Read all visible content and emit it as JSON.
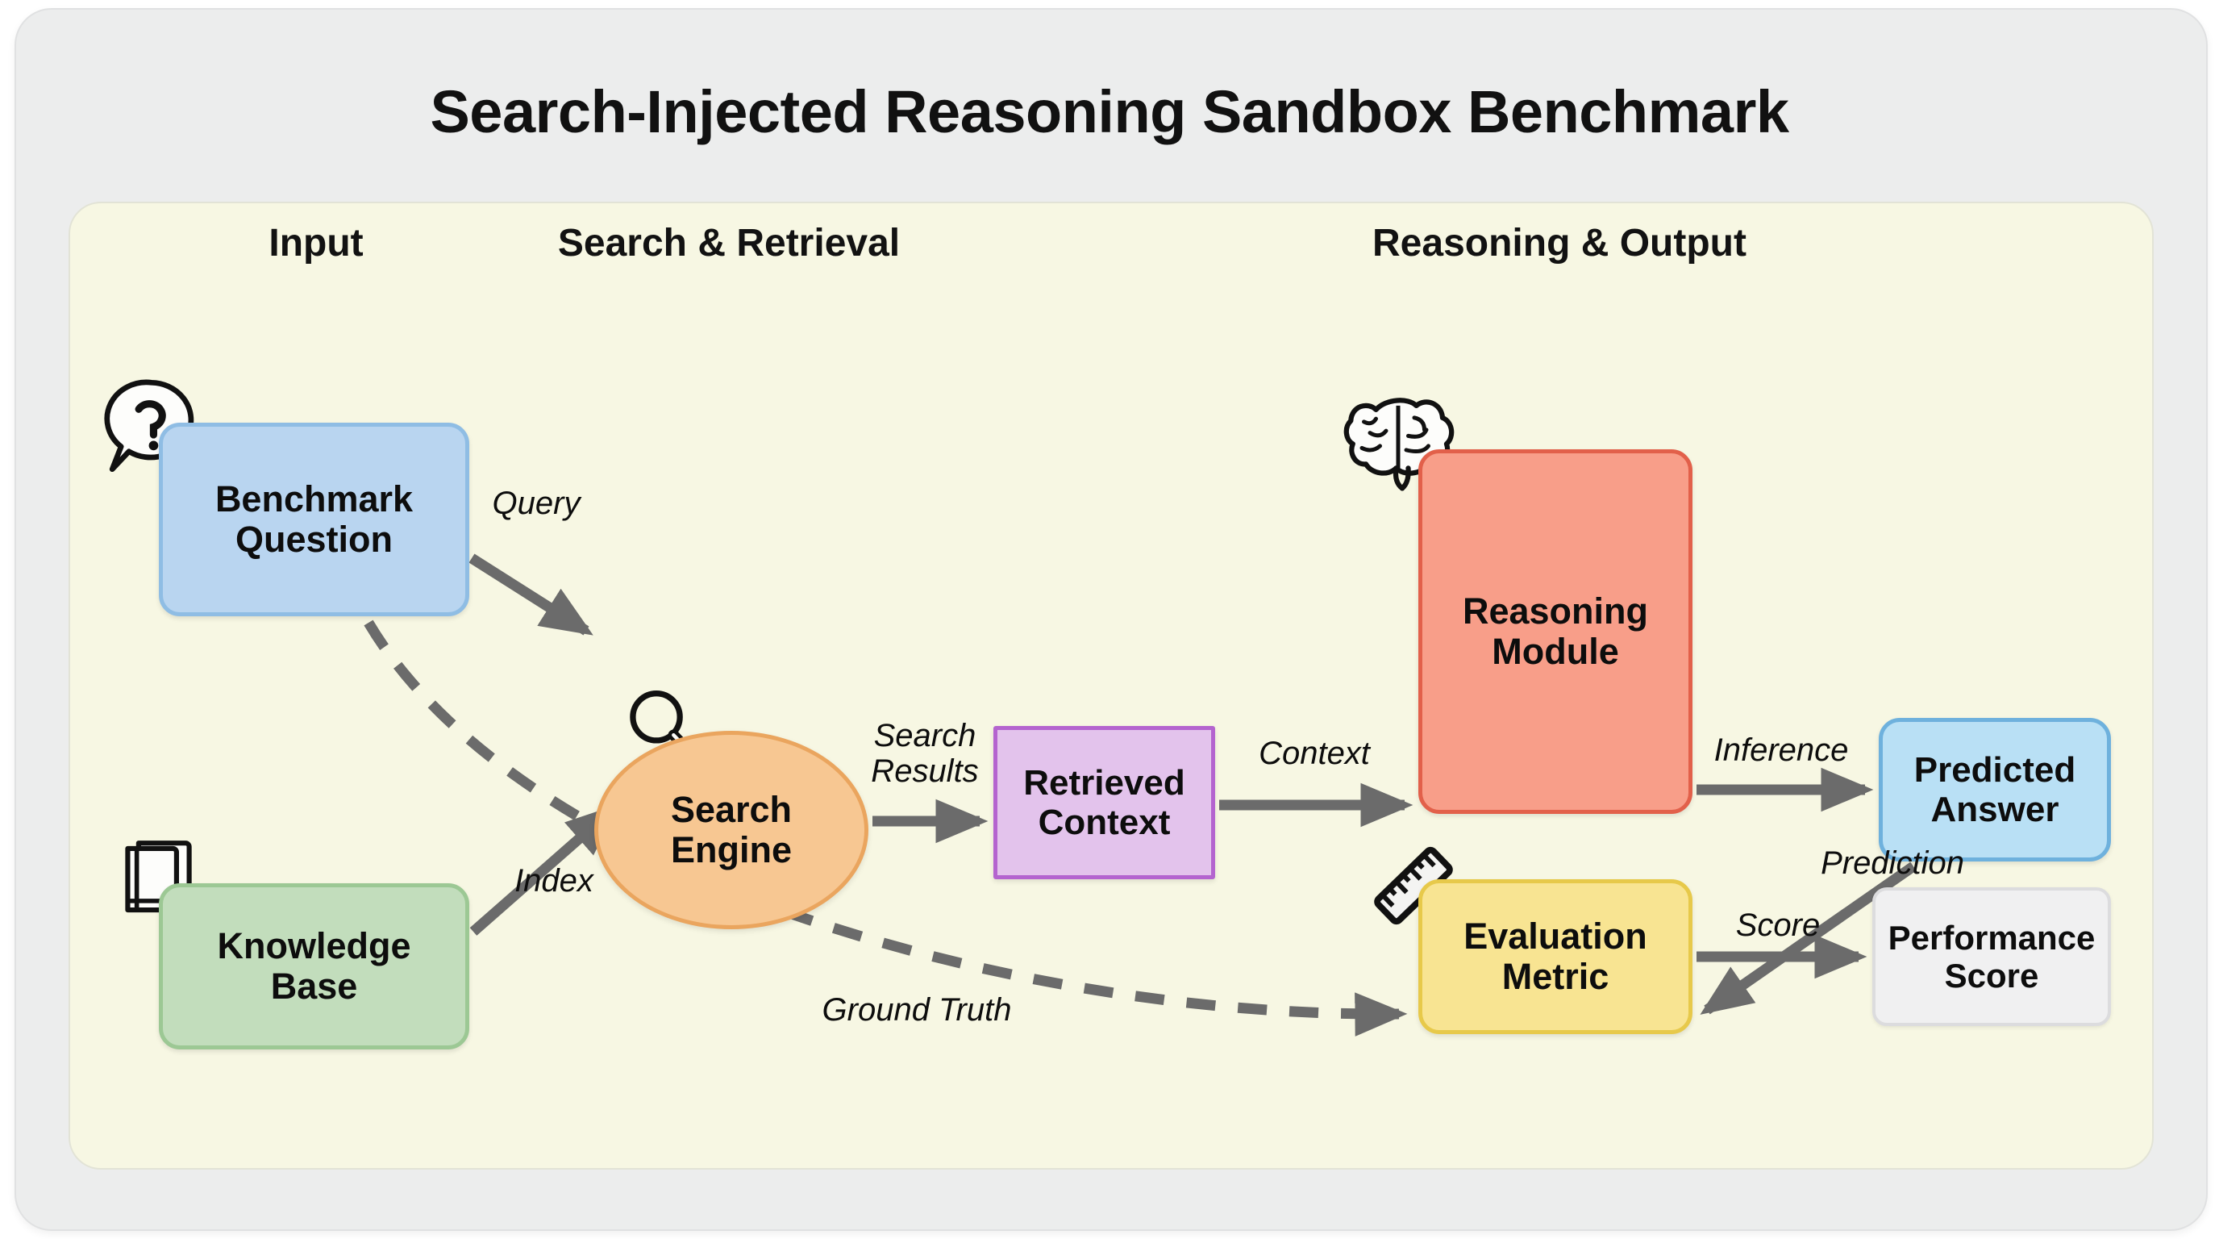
{
  "title": "Search-Injected Reasoning Sandbox Benchmark",
  "columns": [
    {
      "id": "input",
      "label": "Input"
    },
    {
      "id": "search-retrieval",
      "label": "Search & Retrieval"
    },
    {
      "id": "reasoning-output",
      "label": "Reasoning & Output"
    }
  ],
  "nodes": [
    {
      "id": "benchmark-question",
      "label": "Benchmark\nQuestion",
      "shape": "rounded-rect",
      "fill": "#b9d5f0",
      "stroke": "#8fbde4",
      "icon": "question-bubble-icon"
    },
    {
      "id": "knowledge-base",
      "label": "Knowledge\nBase",
      "shape": "rounded-rect",
      "fill": "#c2ddbc",
      "stroke": "#9cc894",
      "icon": "book-icon"
    },
    {
      "id": "search-engine",
      "label": "Search\nEngine",
      "shape": "ellipse",
      "fill": "#f7c792",
      "stroke": "#eaa55e",
      "icon": "magnifier-icon"
    },
    {
      "id": "retrieved-context",
      "label": "Retrieved\nContext",
      "shape": "rect",
      "fill": "#e3c3ec",
      "stroke": "#b464cf",
      "icon": null
    },
    {
      "id": "reasoning-module",
      "label": "Reasoning\nModule",
      "shape": "rounded-rect",
      "fill": "#f89e89",
      "stroke": "#e2604a",
      "icon": "brain-icon"
    },
    {
      "id": "predicted-answer",
      "label": "Predicted\nAnswer",
      "shape": "rounded-rect",
      "fill": "#b9e0f5",
      "stroke": "#6eb1dd",
      "icon": null
    },
    {
      "id": "evaluation-metric",
      "label": "Evaluation\nMetric",
      "shape": "rounded-rect",
      "fill": "#f8e492",
      "stroke": "#e7c94a",
      "icon": "ruler-icon"
    },
    {
      "id": "performance-score",
      "label": "Performance\nScore",
      "shape": "rounded-rect",
      "fill": "#f0f0f1",
      "stroke": "#dcdcde",
      "icon": null
    }
  ],
  "edges": [
    {
      "id": "query",
      "label": "Query",
      "from": "benchmark-question",
      "to": "search-engine",
      "style": "solid"
    },
    {
      "id": "index",
      "label": "Index",
      "from": "knowledge-base",
      "to": "search-engine",
      "style": "solid"
    },
    {
      "id": "search-results",
      "label": "Search\nResults",
      "from": "search-engine",
      "to": "retrieved-context",
      "style": "solid"
    },
    {
      "id": "context",
      "label": "Context",
      "from": "retrieved-context",
      "to": "reasoning-module",
      "style": "solid"
    },
    {
      "id": "inference",
      "label": "Inference",
      "from": "reasoning-module",
      "to": "predicted-answer",
      "style": "solid"
    },
    {
      "id": "prediction",
      "label": "Prediction",
      "from": "predicted-answer",
      "to": "evaluation-metric",
      "style": "solid"
    },
    {
      "id": "score",
      "label": "Score",
      "from": "evaluation-metric",
      "to": "performance-score",
      "style": "solid"
    },
    {
      "id": "ground-truth",
      "label": "Ground Truth",
      "from": "benchmark-question",
      "to": "evaluation-metric",
      "style": "dashed"
    }
  ],
  "colors": {
    "page_background": "#ffffff",
    "outer_panel": "#eceded",
    "canvas": "#f7f7e3",
    "edge": "#6b6b6b",
    "text": "#111111"
  }
}
